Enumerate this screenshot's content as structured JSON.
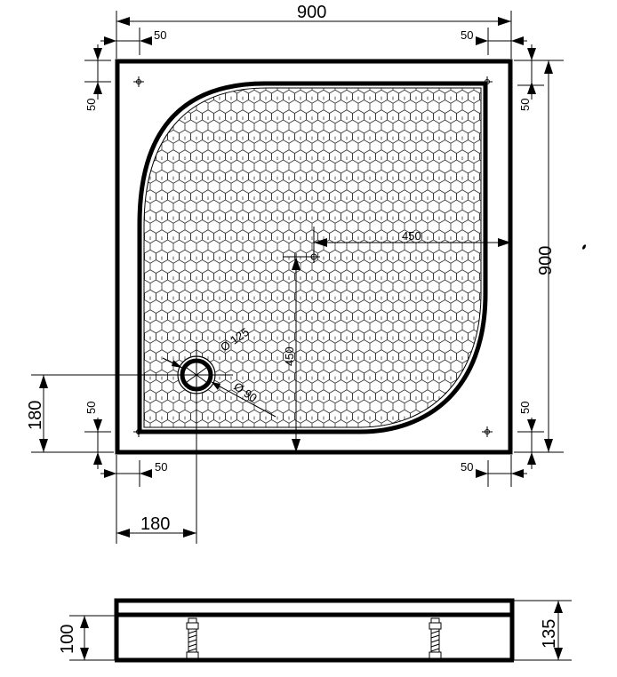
{
  "drawing": {
    "type": "technical drawing - quarter-circle shower tray",
    "colors": {
      "line": "#000000",
      "background": "#ffffff"
    },
    "plan_view": {
      "overall_width": "900",
      "overall_depth": "900",
      "offset_top_left": "50",
      "offset_top_right": "50",
      "offset_left_top": "50",
      "offset_right_top": "50",
      "offset_left_bottom": "50",
      "offset_right_bottom": "50",
      "offset_bottom_left": "50",
      "offset_bottom_right": "50",
      "center_horizontal": "450",
      "center_vertical": "450",
      "drain_outer_diameter": "Ø 125",
      "drain_inner_diameter": "Ø 90",
      "drain_from_bottom": "180",
      "drain_from_left": "180",
      "surface_pattern": "hexagon anti-slip texture"
    },
    "elevation_view": {
      "height_to_base": "100",
      "total_height": "135"
    }
  }
}
